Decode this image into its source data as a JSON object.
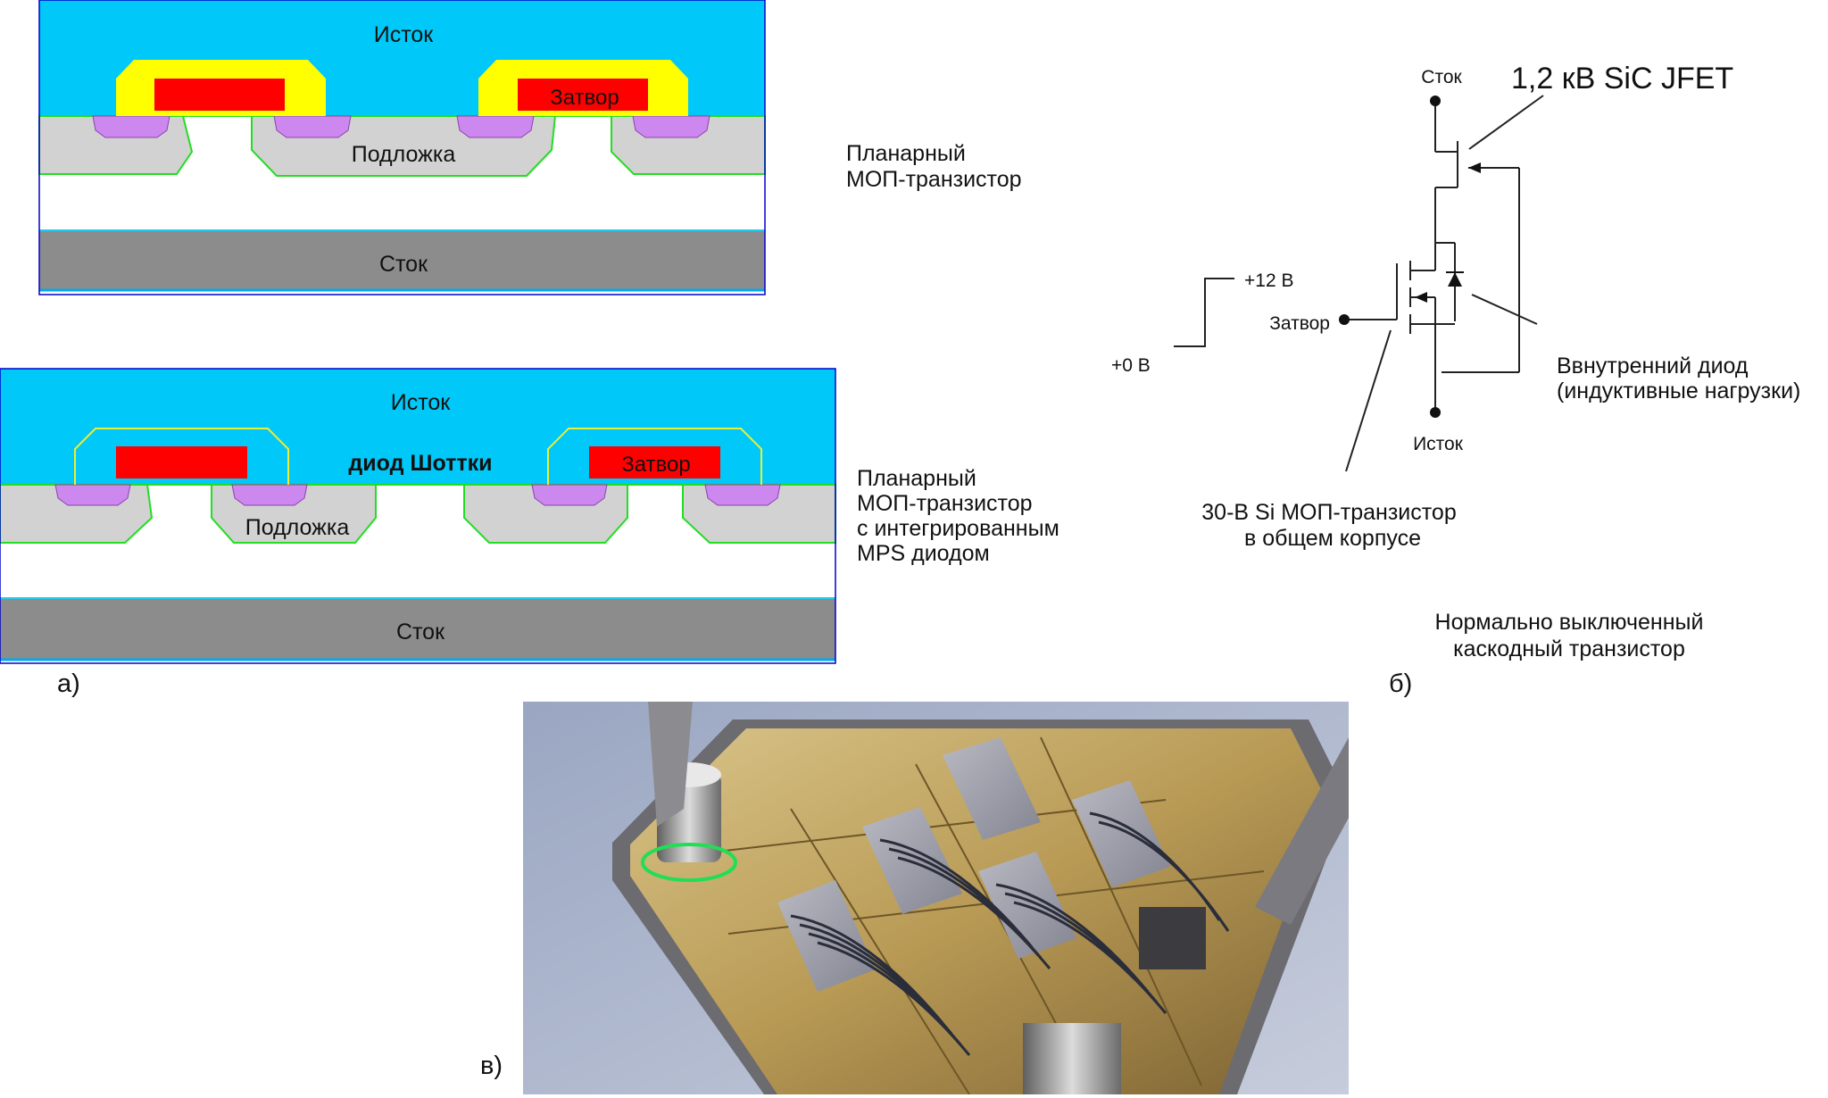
{
  "panel_a": {
    "top": {
      "source": "Исток",
      "gate": "Затвор",
      "substrate": "Подложка",
      "drain": "Сток",
      "caption": [
        "Планарный",
        "МОП-транзистор"
      ]
    },
    "bottom": {
      "source": "Исток",
      "schottky": "диод Шоттки",
      "gate": "Затвор",
      "substrate": "Подложка",
      "drain": "Сток",
      "caption": [
        "Планарный",
        "МОП-транзистор",
        "с интегрированным",
        "MPS диодом"
      ]
    },
    "label": "а)"
  },
  "panel_b": {
    "drain": "Сток",
    "jfet": "1,2 кВ SiC JFET",
    "v_high": "+12 В",
    "gate": "Затвор",
    "v_low": "+0 В",
    "body_diode": [
      "Ввнутренний диод",
      "(индуктивные нагрузки)"
    ],
    "source": "Исток",
    "mosfet": [
      "30-В Si МОП-транзистор",
      "в общем корпусе"
    ],
    "caption": [
      "Нормально выключенный",
      "каскодный транзистор"
    ],
    "label": "б)"
  },
  "panel_c": {
    "label": "в)"
  },
  "colors": {
    "source_layer": "#00C8F8",
    "gate_oxide": "#FFFF00",
    "gate": "#FF0000",
    "well": "#D2D2D2",
    "well_outline": "#22DD22",
    "contact": "#CC88EE",
    "drain_layer": "#8C8C8C"
  }
}
